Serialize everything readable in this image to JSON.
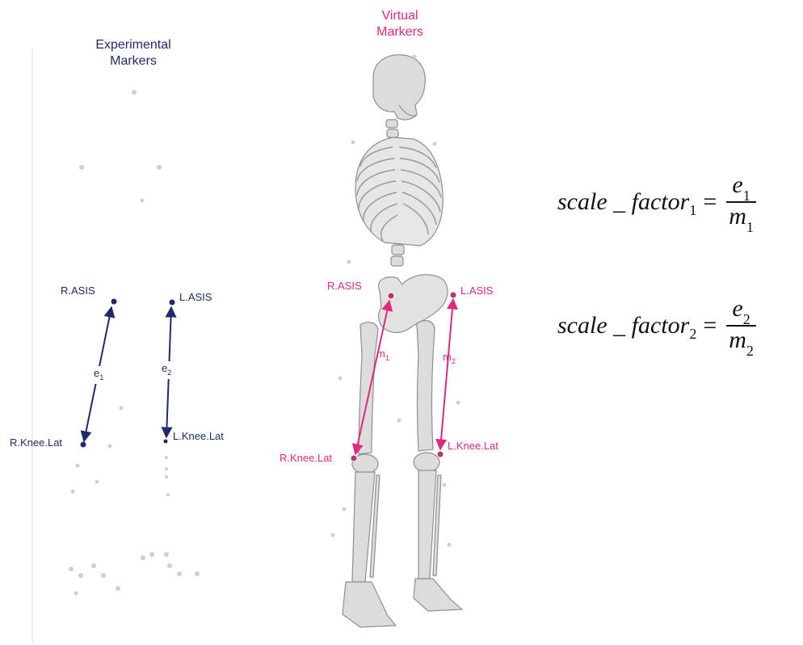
{
  "headings": {
    "experimental": [
      "Experimental",
      "Markers"
    ],
    "virtual": [
      "Virtual",
      "Markers"
    ]
  },
  "experimental_markers": {
    "r_asis": "R.ASIS",
    "l_asis": "L.ASIS",
    "r_knee": "R.Knee.Lat",
    "l_knee": "L.Knee.Lat",
    "e1": "e",
    "e1_sub": "1",
    "e2": "e",
    "e2_sub": "2"
  },
  "virtual_markers": {
    "r_asis": "R.ASIS",
    "l_asis": "L.ASIS",
    "r_knee": "R.Knee.Lat",
    "l_knee": "L.Knee.Lat",
    "m1": "m",
    "m1_sub": "1",
    "m2": "m",
    "m2_sub": "2"
  },
  "formulas": [
    {
      "lhs": "scale _ factor",
      "lhs_sub": "1",
      "eq": "=",
      "num": "e",
      "num_sub": "1",
      "den": "m",
      "den_sub": "1"
    },
    {
      "lhs": "scale _ factor",
      "lhs_sub": "2",
      "eq": "=",
      "num": "e",
      "num_sub": "2",
      "den": "m",
      "den_sub": "2"
    }
  ],
  "colors": {
    "experimental": "#1f2a6b",
    "virtual": "#e0297a",
    "bone": "#d9d9d9",
    "bone_stroke": "#8c8c8c",
    "dot": "#cfcfcf"
  }
}
